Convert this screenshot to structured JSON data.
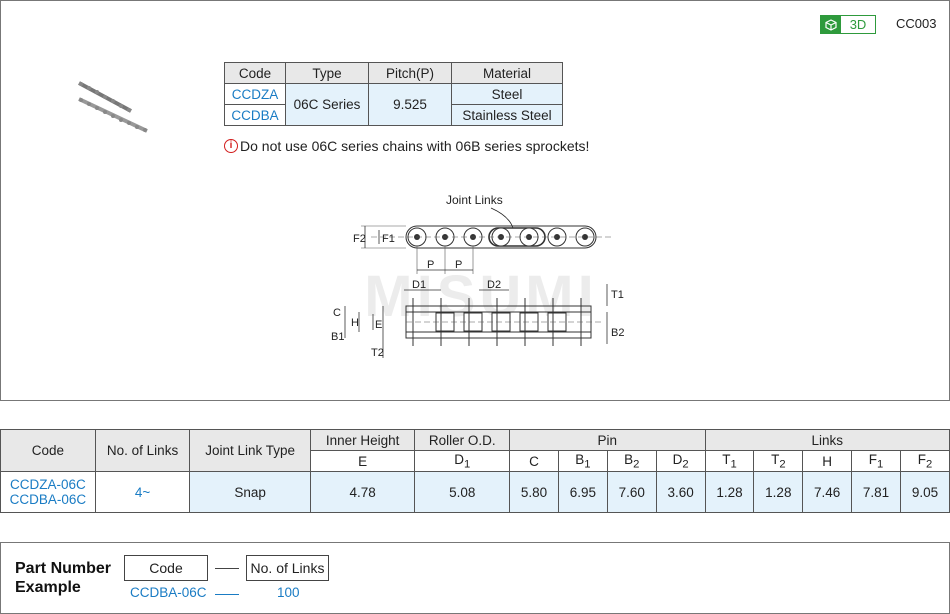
{
  "header": {
    "badge_3d": "3D",
    "catalog_code": "CC003"
  },
  "code_table": {
    "headers": [
      "Code",
      "Type",
      "Pitch(P)",
      "Material"
    ],
    "rows": [
      {
        "code": "CCDZA",
        "material": "Steel"
      },
      {
        "code": "CCDBA",
        "material": "Stainless Steel"
      }
    ],
    "type": "06C Series",
    "pitch": "9.525"
  },
  "warning": "Do not use 06C series chains with 06B series sprockets!",
  "diagram": {
    "joint_links": "Joint Links",
    "labels": {
      "p": "P",
      "f2": "F2",
      "f1": "F1",
      "d1": "D1",
      "d2": "D2",
      "t1": "T1",
      "t2": "T2",
      "b1": "B1",
      "b2": "B2",
      "c": "C",
      "h": "H",
      "e": "E"
    },
    "watermark": "MISUMI"
  },
  "spec_table": {
    "h_code": "Code",
    "h_links_count": "No. of Links",
    "h_joint_type": "Joint Link Type",
    "h_inner_height": "Inner Height",
    "h_roller_od": "Roller O.D.",
    "h_pin": "Pin",
    "h_links": "Links",
    "sub": {
      "e": "E",
      "d1": "D",
      "d1s": "1",
      "c": "C",
      "b1": "B",
      "b1s": "1",
      "b2": "B",
      "b2s": "2",
      "d2": "D",
      "d2s": "2",
      "t1": "T",
      "t1s": "1",
      "t2": "T",
      "t2s": "2",
      "h": "H",
      "f1": "F",
      "f1s": "1",
      "f2": "F",
      "f2s": "2"
    },
    "row": {
      "code1": "CCDZA-06C",
      "code2": "CCDBA-06C",
      "links": "4~",
      "joint": "Snap",
      "e": "4.78",
      "d1": "5.08",
      "c": "5.80",
      "b1": "6.95",
      "b2": "7.60",
      "d2": "3.60",
      "t1": "1.28",
      "t2": "1.28",
      "h": "7.46",
      "f1": "7.81",
      "f2": "9.05"
    }
  },
  "part_number": {
    "label_line1": "Part Number",
    "label_line2": "Example",
    "code_header": "Code",
    "links_header": "No. of Links",
    "code_value": "CCDBA-06C",
    "links_value": "100"
  }
}
